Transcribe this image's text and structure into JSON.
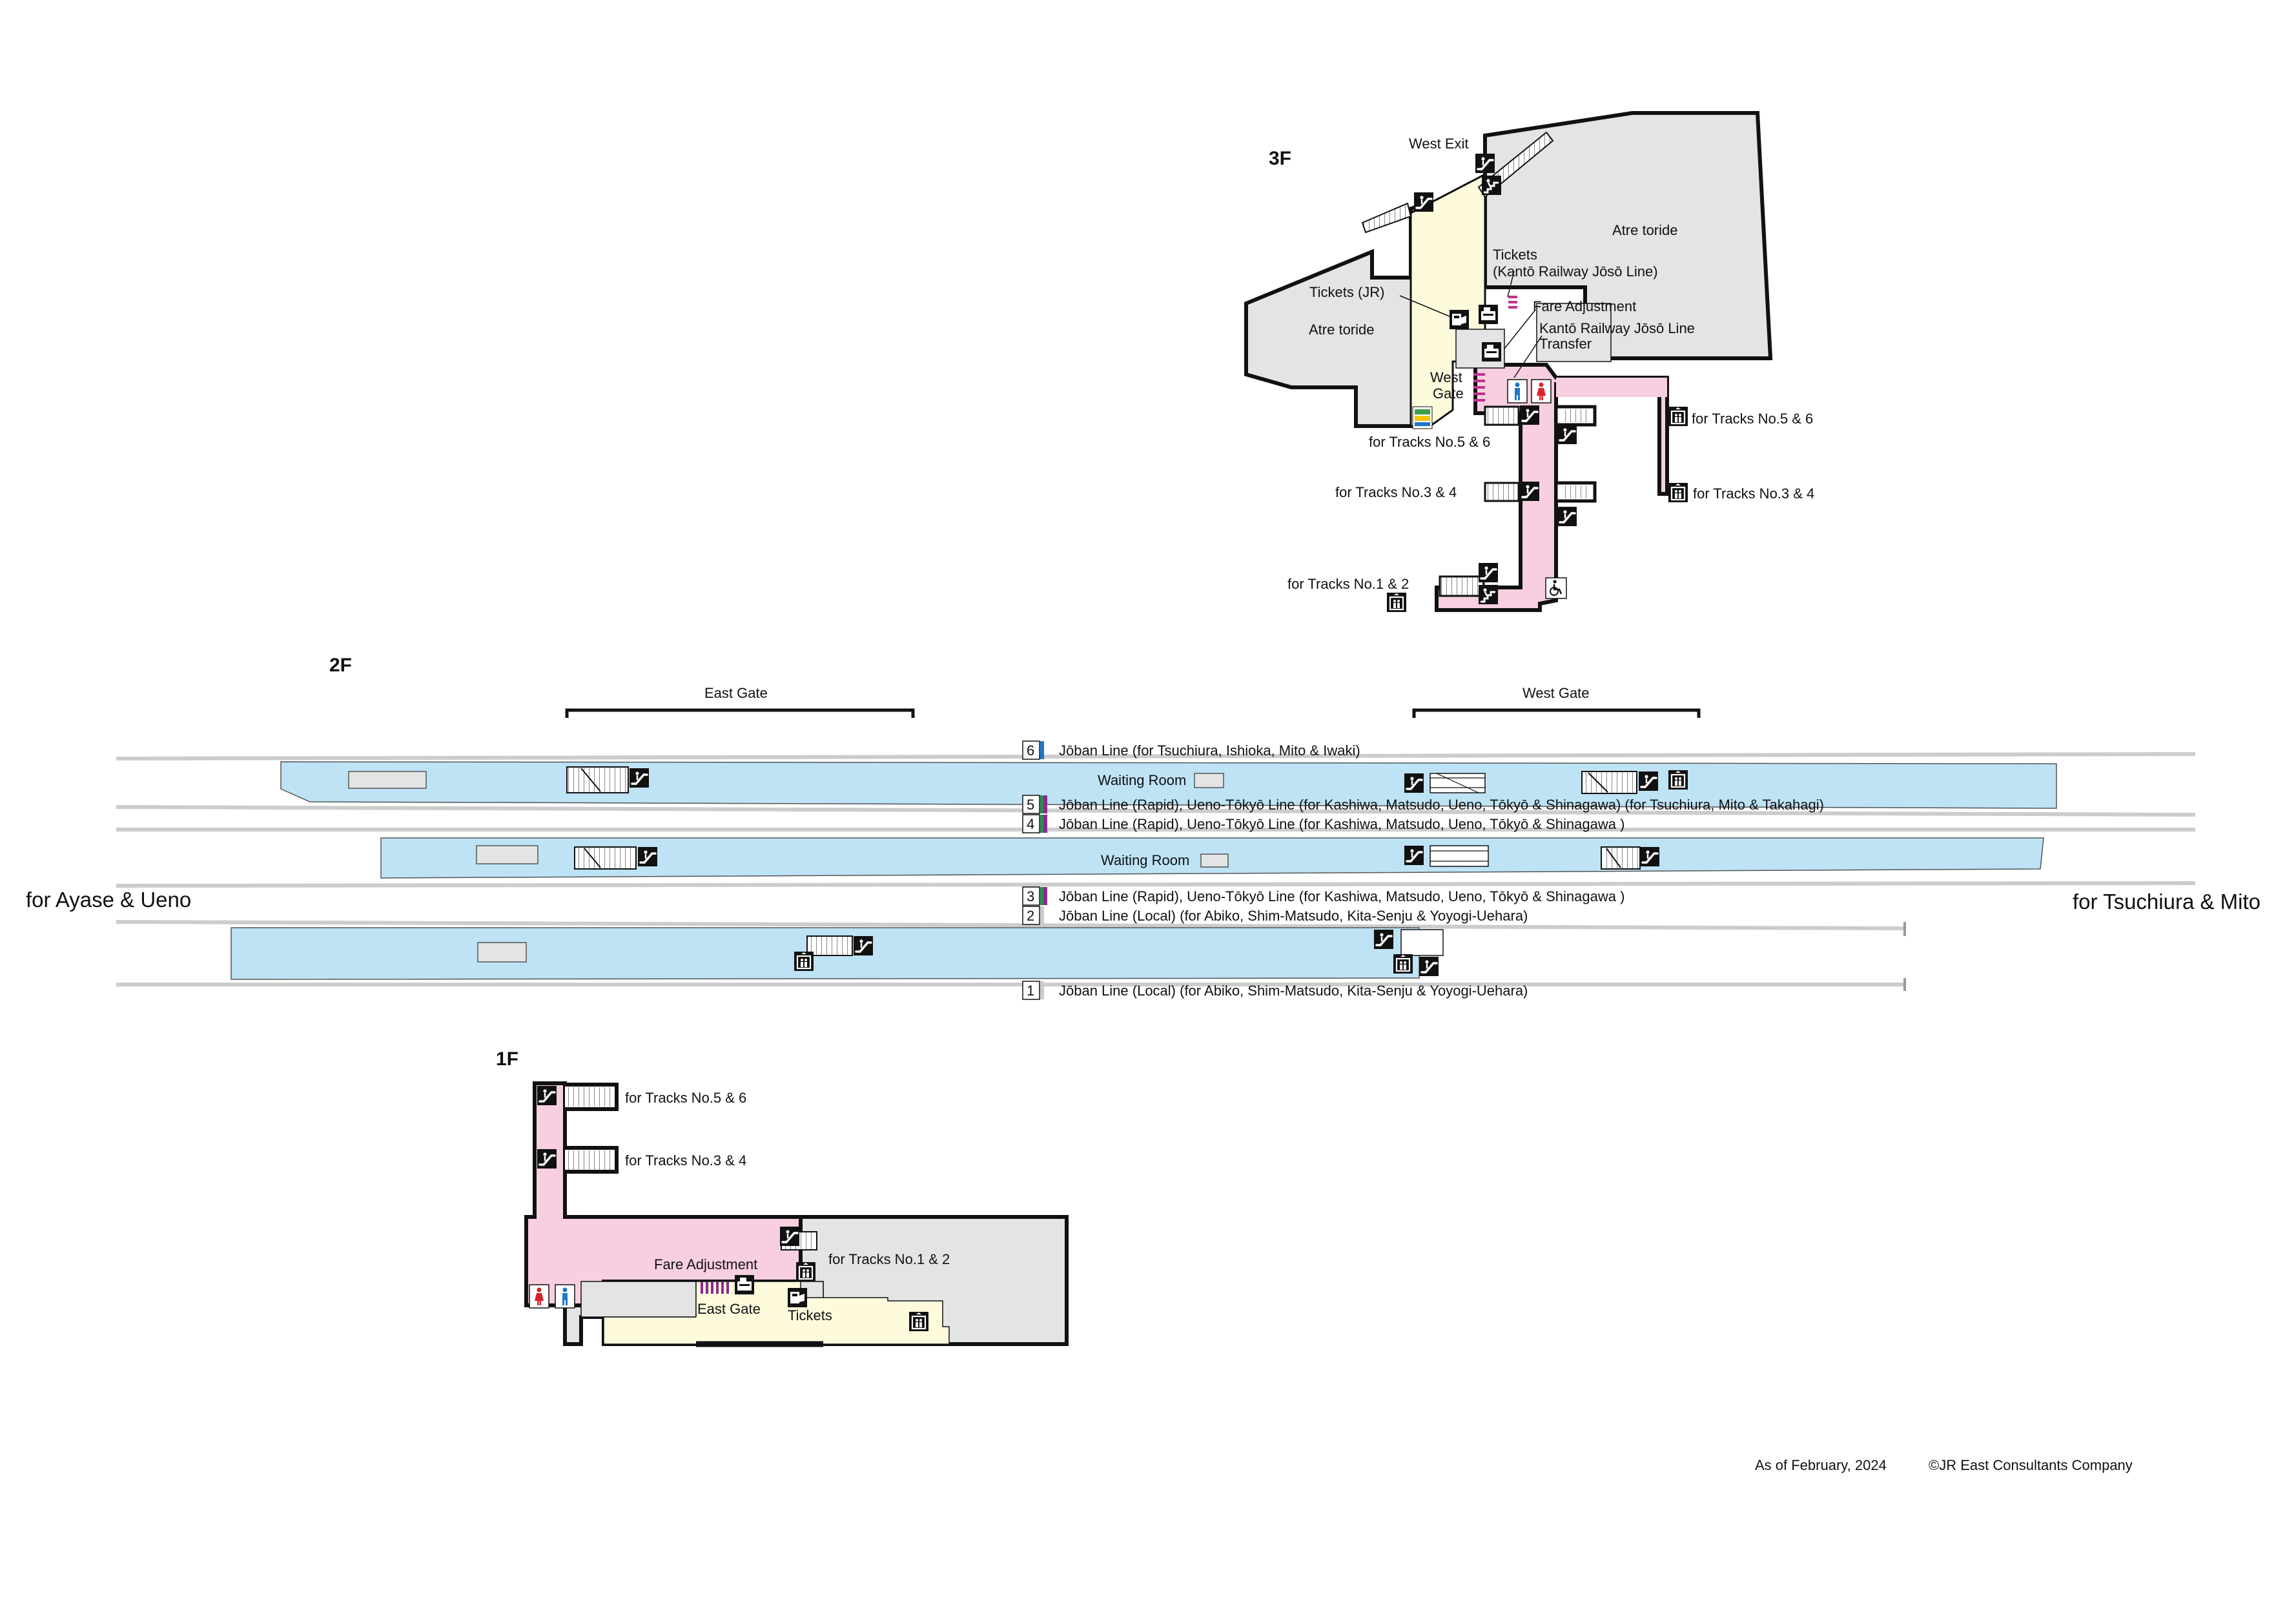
{
  "floors": {
    "f3": "3F",
    "f2": "2F",
    "f1": "1F"
  },
  "f3": {
    "west_exit": "West Exit",
    "atre_right": "Atre toride",
    "atre_left": "Atre toride",
    "tickets_kanto_1": "Tickets",
    "tickets_kanto_2": "(Kantō Railway Jōsō Line)",
    "tickets_jr": "Tickets (JR)",
    "fare_adjustment": "Fare Adjustment",
    "kanto_transfer_1": "Kantō Railway Jōsō Line",
    "kanto_transfer_2": "Transfer",
    "west_gate_1": "West",
    "west_gate_2": "Gate",
    "stairs_5_6_left": "for Tracks No.5 & 6",
    "stairs_3_4_left": "for Tracks No.3 & 4",
    "stairs_1_2_left": "for Tracks No.1 & 2",
    "elevator_5_6": "for Tracks No.5 & 6",
    "elevator_3_4": "for Tracks No.3 & 4",
    "shop_logo": "NewDays"
  },
  "f2": {
    "east_gate": "East Gate",
    "west_gate": "West Gate",
    "direction_left": "for Ayase & Ueno",
    "direction_right": "for Tsuchiura & Mito",
    "waiting_room_1": "Waiting Room",
    "waiting_room_2": "Waiting Room",
    "tracks": [
      {
        "no": "6",
        "label": "Jōban Line (for Tsuchiura, Ishioka, Mito & Iwaki)"
      },
      {
        "no": "5",
        "label": "Jōban Line (Rapid), Ueno-Tōkyō Line (for Kashiwa, Matsudo, Ueno, Tōkyō & Shinagawa) (for Tsuchiura, Mito & Takahagi)"
      },
      {
        "no": "4",
        "label": "Jōban Line (Rapid), Ueno-Tōkyō Line (for Kashiwa, Matsudo, Ueno, Tōkyō & Shinagawa )"
      },
      {
        "no": "3",
        "label": "Jōban Line (Rapid), Ueno-Tōkyō Line (for Kashiwa, Matsudo, Ueno, Tōkyō & Shinagawa )"
      },
      {
        "no": "2",
        "label": "Jōban Line (Local)  (for Abiko, Shim-Matsudo, Kita-Senju & Yoyogi-Uehara)"
      },
      {
        "no": "1",
        "label": "Jōban Line (Local)  (for Abiko, Shim-Matsudo, Kita-Senju & Yoyogi-Uehara)"
      }
    ]
  },
  "f1": {
    "stairs_5_6": "for Tracks No.5 & 6",
    "stairs_3_4": "for Tracks No.3 & 4",
    "stairs_1_2": "for Tracks No.1 & 2",
    "fare_adjustment": "Fare Adjustment",
    "east_gate": "East Gate",
    "tickets": "Tickets"
  },
  "footer": {
    "date": "As of February, 2024",
    "copyright": "©JR East Consultants Company"
  },
  "colors": {
    "platform": "#bde3f5",
    "concourse": "#f7cfe0",
    "outside": "#fdfbdc",
    "building": "#e4e4e4",
    "track": "#cccccc",
    "line_blue": "#1e77c8",
    "line_purple": "#8b2b8e",
    "line_green": "#2e8b57",
    "gate_pink": "#c0328c"
  },
  "icons": {
    "stairs": "stairs-icon",
    "escalator": "escalator-icon",
    "elevator": "elevator-icon",
    "toilet_men": "toilet-men-icon",
    "toilet_women": "toilet-women-icon",
    "ticket_machine": "ticket-machine-icon",
    "fare_machine": "fare-adjustment-icon",
    "wheelchair": "wheelchair-icon"
  }
}
